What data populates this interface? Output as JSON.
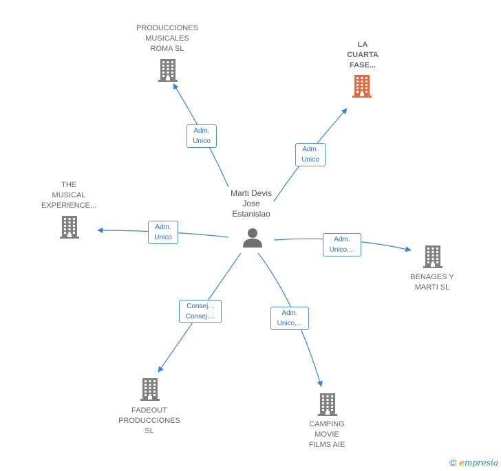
{
  "colors": {
    "edge": "#3b82d6",
    "building_default": "#808080",
    "building_highlight": "#f0643a",
    "label_border": "#4a90d9"
  },
  "center": {
    "name": "Marti Devis\nJose\nEstanislao",
    "icon": "person-icon"
  },
  "companies": [
    {
      "id": "producciones-musicales-roma",
      "name": "PRODUCCIONES\nMUSICALES\nROMA  SL",
      "highlight": false,
      "icon": "building-icon"
    },
    {
      "id": "la-cuarta-fase",
      "name": "LA\nCUARTA\nFASE...",
      "highlight": true,
      "icon": "building-icon"
    },
    {
      "id": "the-musical-experience",
      "name": "THE\nMUSICAL\nEXPERIENCE...",
      "highlight": false,
      "icon": "building-icon"
    },
    {
      "id": "benages-y-marti",
      "name": "BENAGES Y\nMARTI SL",
      "highlight": false,
      "icon": "building-icon"
    },
    {
      "id": "fadeout-producciones",
      "name": "FADEOUT\nPRODUCCIONES\nSL",
      "highlight": false,
      "icon": "building-icon"
    },
    {
      "id": "camping-movie-films",
      "name": "CAMPING\nMOVIE\nFILMS AIE",
      "highlight": false,
      "icon": "building-icon"
    }
  ],
  "relations": [
    {
      "to": "producciones-musicales-roma",
      "label": "Adm.\nUnico"
    },
    {
      "to": "la-cuarta-fase",
      "label": "Adm.\nUnico"
    },
    {
      "to": "the-musical-experience",
      "label": "Adm.\nUnico"
    },
    {
      "to": "benages-y-marti",
      "label": "Adm.\nUnico,..."
    },
    {
      "to": "fadeout-producciones",
      "label": "Consej. ,\nConsej...."
    },
    {
      "to": "camping-movie-films",
      "label": "Adm.\nUnico,..."
    }
  ],
  "footer": {
    "copyright": "©",
    "brand_initial": "e",
    "brand_rest": "mpresia",
    "icon": "copyright-icon"
  }
}
